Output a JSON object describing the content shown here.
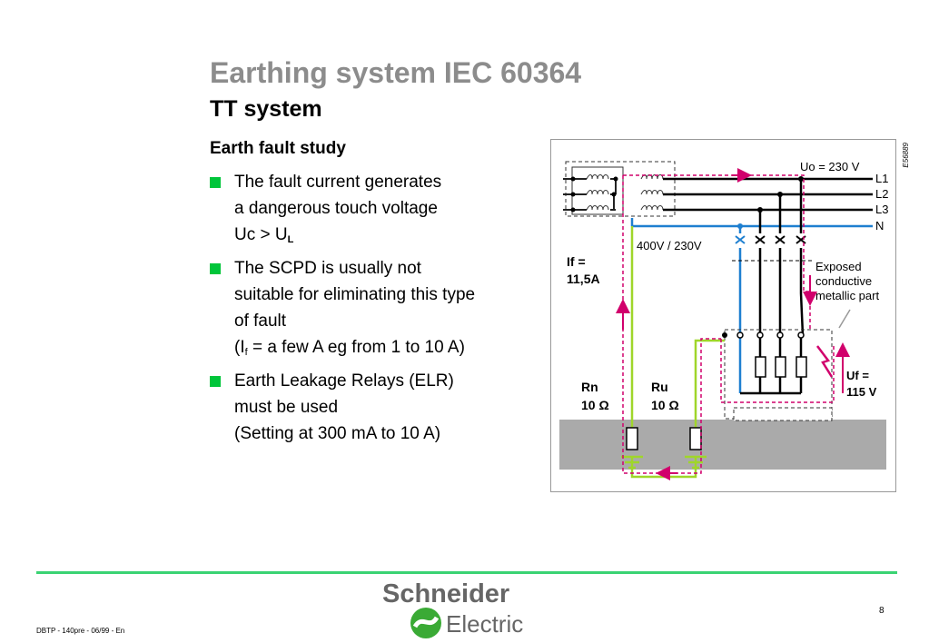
{
  "title": "Earthing system IEC 60364",
  "subtitle": "TT system",
  "section": "Earth fault study",
  "bullets": [
    {
      "l1": "The fault current generates",
      "l2": "a dangerous touch voltage",
      "l3_pre": "Uc > U",
      "l3_sub": "L"
    },
    {
      "l1": "The SCPD is usually not",
      "l2": "suitable for eliminating this type",
      "l3": "of fault",
      "l4_pre": "(I",
      "l4_sub": "f",
      "l4_post": " = a few A eg from 1 to 10 A)"
    },
    {
      "l1": "Earth Leakage Relays (ELR)",
      "l2": "must be used",
      "l3": "(Setting at 300 mA to 10 A)"
    }
  ],
  "figure": {
    "code": "E56889",
    "uo": "Uo = 230 V",
    "lines": [
      "L1",
      "L2",
      "L3",
      "N"
    ],
    "transformer": "400V / 230V",
    "if_label": "If =",
    "if_value": "11,5A",
    "exposed": [
      "Exposed",
      "conductive",
      "metallic part"
    ],
    "rn_label": "Rn",
    "rn_value": "10 Ω",
    "ru_label": "Ru",
    "ru_value": "10 Ω",
    "uf_label": "Uf =",
    "uf_value": "115 V"
  },
  "logo": {
    "line1": "Schneider",
    "line2": "Electric"
  },
  "footer": "DBTP - 140pre - 06/99 - En",
  "page": "8",
  "colors": {
    "bullet": "#00c53a",
    "footer_line": "#3ad373",
    "fault_path": "#d1006c",
    "neutral": "#1e7fd0",
    "pe": "#9fd62a",
    "title": "#8c8c8c"
  }
}
